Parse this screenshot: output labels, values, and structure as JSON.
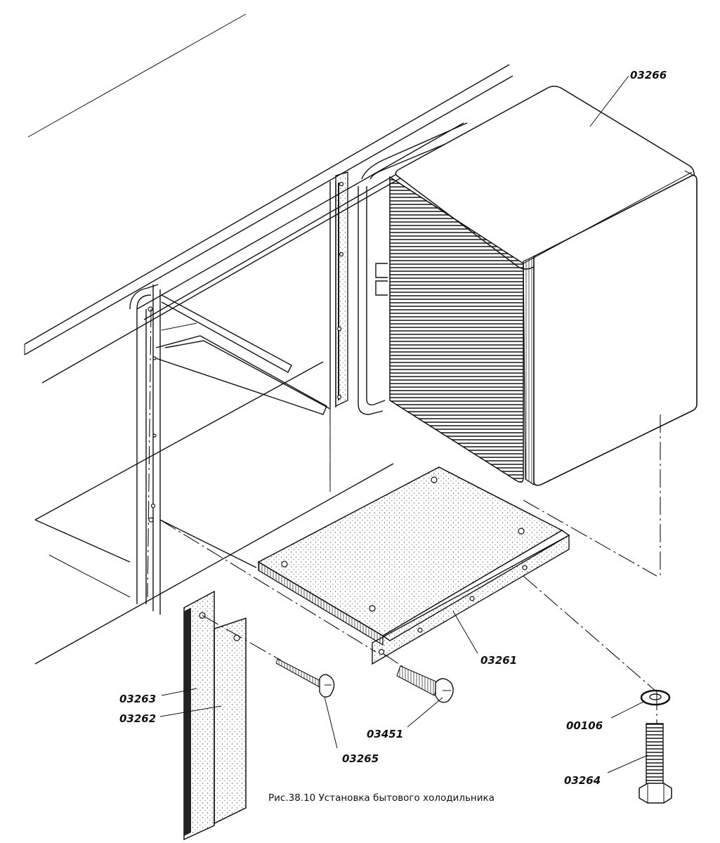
{
  "caption": "Рис.38.10 Установка бытового холодильника",
  "part_labels": {
    "fridge": "03266",
    "shelf_bracket": "03261",
    "rail_outer": "03263",
    "rail_inner": "03262",
    "wood_screw": "03265",
    "bracket_screw": "03451",
    "washer": "00106",
    "bolt": "03264"
  }
}
